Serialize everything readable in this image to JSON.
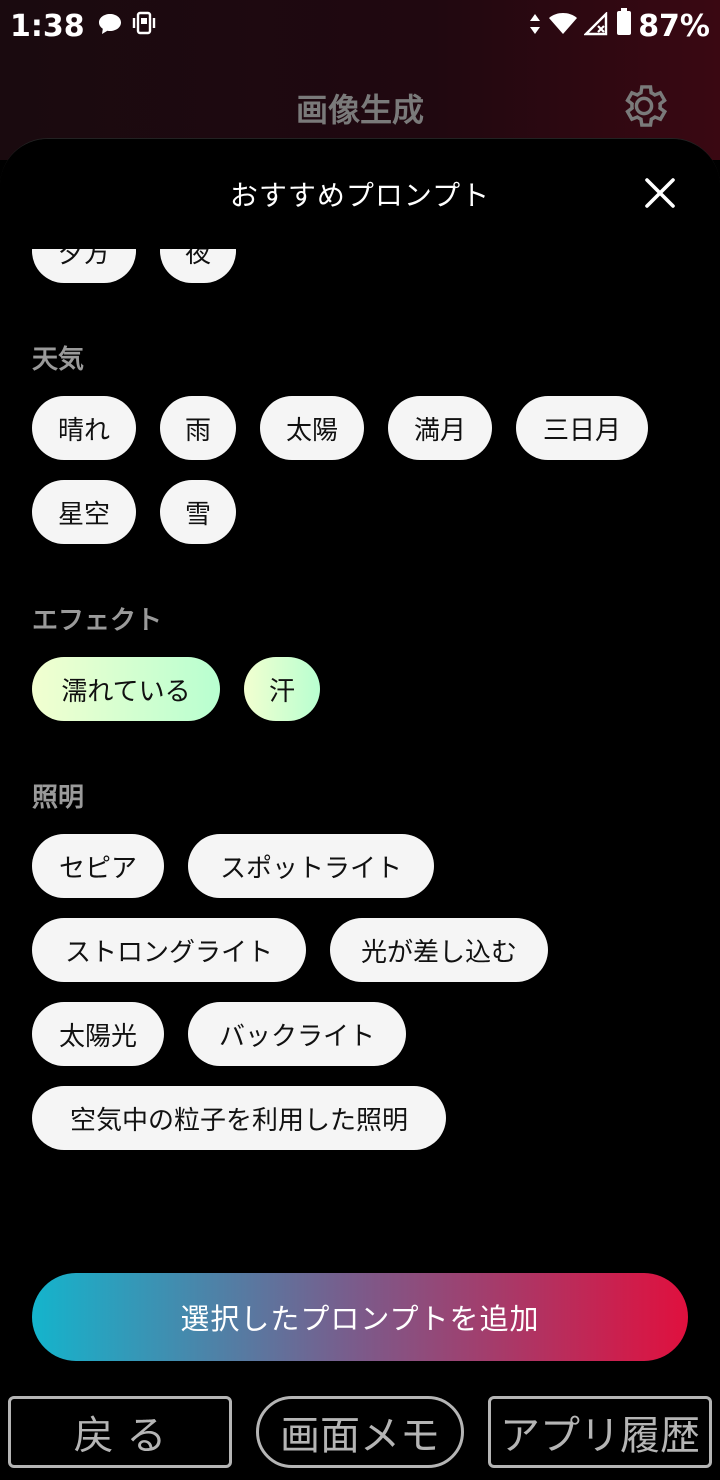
{
  "status": {
    "time": "1:38",
    "battery": "87%",
    "icons": [
      "chat-bubble-icon",
      "vibrate-icon",
      "data-arrows-icon",
      "wifi-icon",
      "signal-off-icon",
      "battery-icon"
    ]
  },
  "app": {
    "title": "画像生成",
    "settings_icon": "gear-icon"
  },
  "sheet": {
    "title": "おすすめプロンプト",
    "close_icon": "close-icon"
  },
  "sections": {
    "time_of_day": {
      "chips": [
        "夕方",
        "夜"
      ]
    },
    "weather": {
      "title": "天気",
      "chips": [
        "晴れ",
        "雨",
        "太陽",
        "満月",
        "三日月",
        "星空",
        "雪"
      ]
    },
    "effect": {
      "title": "エフェクト",
      "chips": [
        "濡れている",
        "汗"
      ]
    },
    "lighting": {
      "title": "照明",
      "chips": [
        "セピア",
        "スポットライト",
        "ストロングライト",
        "光が差し込む",
        "太陽光",
        "バックライト",
        "空気中の粒子を利用した照明"
      ]
    }
  },
  "add_button": "選択したプロンプトを追加",
  "nav": {
    "back": "戻 る",
    "memo": "画面メモ",
    "history": "アプリ履歴"
  },
  "colors": {
    "accent_start": "#14b4cc",
    "accent_end": "#e0103e",
    "selected_chip_start": "#f2ffd0",
    "selected_chip_end": "#b8ffd0"
  }
}
